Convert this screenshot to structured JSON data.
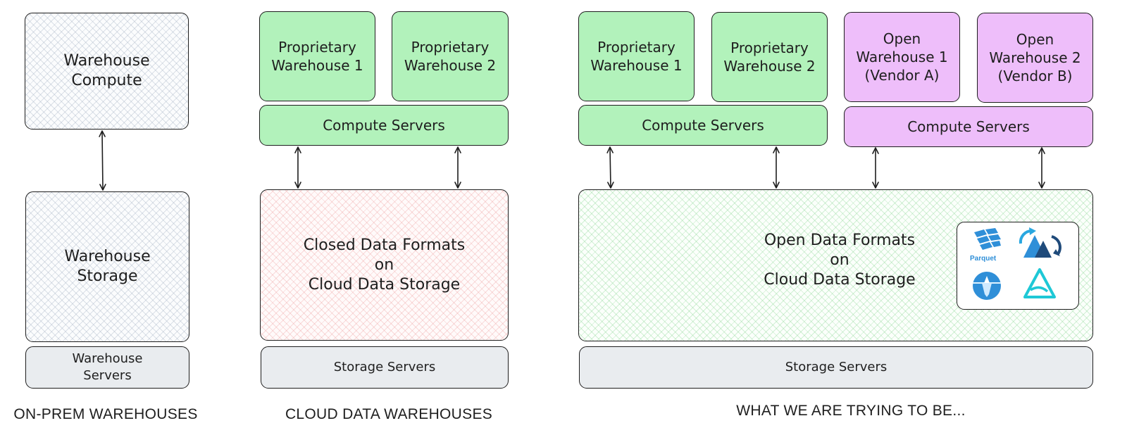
{
  "onprem": {
    "compute_label": [
      "Warehouse",
      "Compute"
    ],
    "storage_label": [
      "Warehouse",
      "Storage"
    ],
    "servers_label": [
      "Warehouse",
      "Servers"
    ],
    "caption": "ON-PREM WAREHOUSES"
  },
  "cloud": {
    "warehouse1": [
      "Proprietary",
      "Warehouse 1"
    ],
    "warehouse2": [
      "Proprietary",
      "Warehouse 2"
    ],
    "compute_servers": "Compute Servers",
    "storage_label": [
      "Closed Data Formats",
      "on",
      "Cloud Data Storage"
    ],
    "storage_servers": "Storage Servers",
    "caption": "CLOUD DATA WAREHOUSES"
  },
  "target": {
    "warehouse1": [
      "Proprietary",
      "Warehouse 1"
    ],
    "warehouse2": [
      "Proprietary",
      "Warehouse 2"
    ],
    "open1": [
      "Open",
      "Warehouse 1",
      "(Vendor A)"
    ],
    "open2": [
      "Open",
      "Warehouse 2",
      "(Vendor B)"
    ],
    "compute_servers_proprietary": "Compute Servers",
    "compute_servers_open": "Compute Servers",
    "storage_label": [
      "Open Data Formats",
      "on",
      "Cloud Data Storage"
    ],
    "storage_servers": "Storage Servers",
    "caption": "WHAT WE ARE TRYING TO BE...",
    "format_logos": {
      "parquet": {
        "icon": "parquet-logo-icon",
        "text": "Parquet"
      },
      "hudi": {
        "icon": "hudi-logo-icon"
      },
      "iceberg": {
        "icon": "iceberg-logo-icon"
      },
      "delta": {
        "icon": "delta-lake-logo-icon"
      }
    }
  },
  "colors": {
    "proprietary_fill": "#b2f2bb",
    "open_fill": "#eebefa",
    "server_fill": "#e9ecef",
    "stroke": "#1e1e1e",
    "logo_blue": "#2f8fd8"
  }
}
